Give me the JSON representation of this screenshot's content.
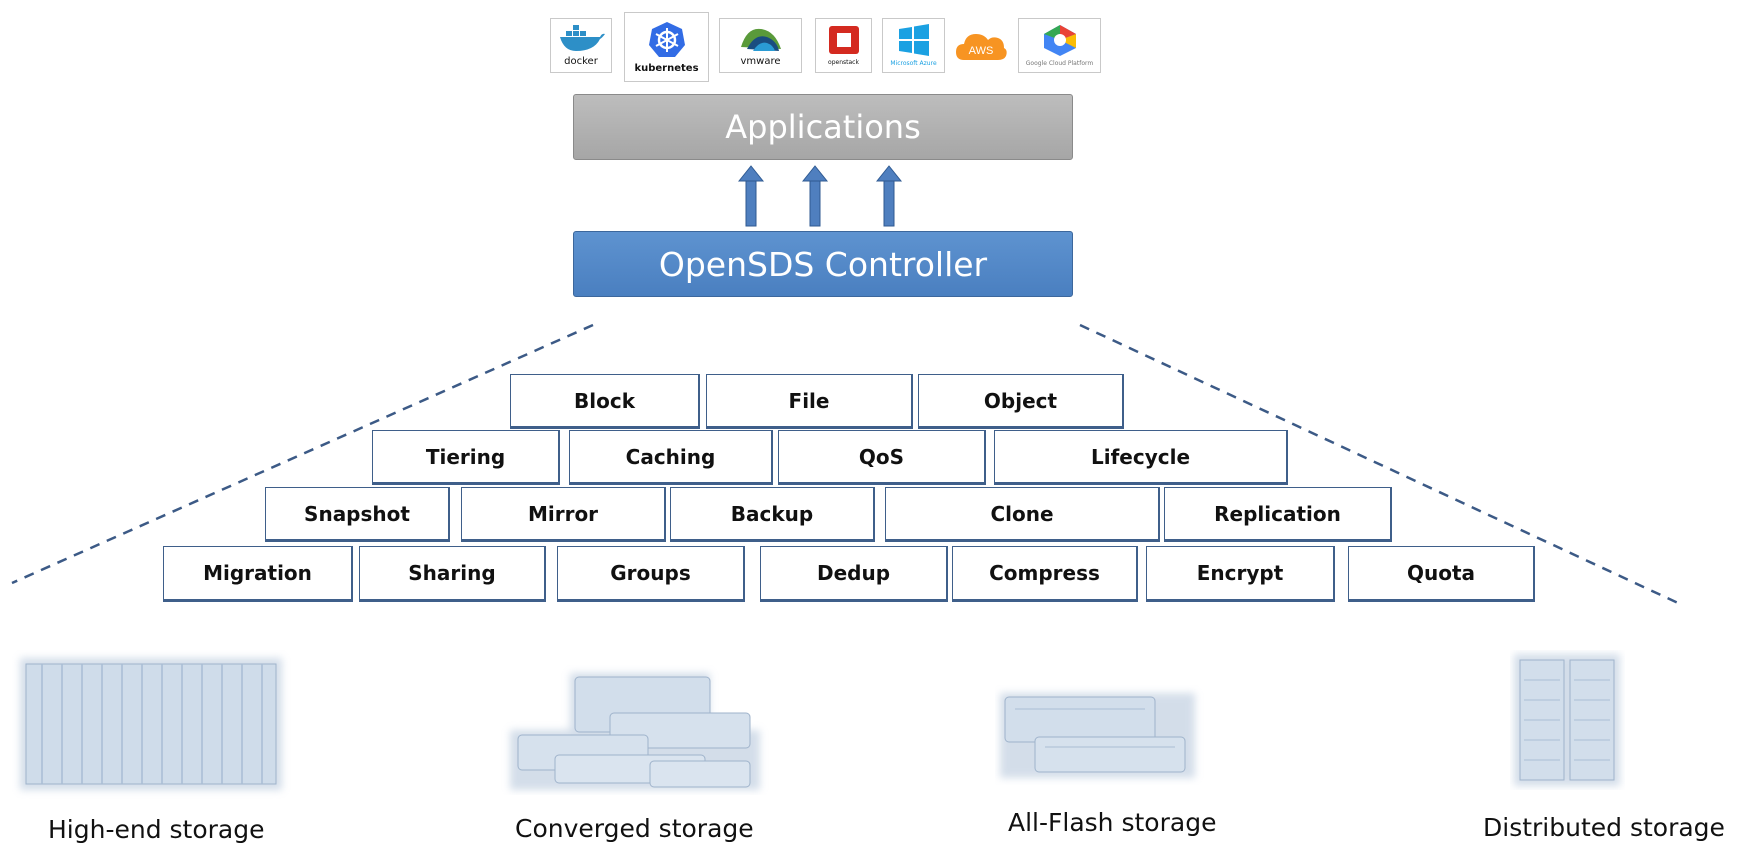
{
  "logos": [
    {
      "name": "docker",
      "caption": "docker",
      "icon": "docker-whale-icon"
    },
    {
      "name": "kubernetes",
      "caption": "kubernetes",
      "icon": "kubernetes-helm-icon"
    },
    {
      "name": "vmware",
      "caption": "vmware",
      "icon": "vmware-icon"
    },
    {
      "name": "openstack",
      "caption": "openstack",
      "icon": "openstack-icon"
    },
    {
      "name": "azure",
      "caption": "Microsoft Azure",
      "icon": "windows-icon"
    },
    {
      "name": "aws",
      "caption": "AWS",
      "icon": "aws-icon"
    },
    {
      "name": "gcp",
      "caption": "Google Cloud Platform",
      "icon": "gcp-icon"
    }
  ],
  "applications_label": "Applications",
  "controller_label": "OpenSDS Controller",
  "features": {
    "row1": [
      "Block",
      "File",
      "Object"
    ],
    "row2": [
      "Tiering",
      "Caching",
      "QoS",
      "Lifecycle"
    ],
    "row3": [
      "Snapshot",
      "Mirror",
      "Backup",
      "Clone",
      "Replication"
    ],
    "row4": [
      "Migration",
      "Sharing",
      "Groups",
      "Dedup",
      "Compress",
      "Encrypt",
      "Quota"
    ]
  },
  "storage": [
    {
      "label": "High-end storage",
      "icon": "storage-rack-icon"
    },
    {
      "label": "Converged storage",
      "icon": "converged-storage-icon"
    },
    {
      "label": "All-Flash storage",
      "icon": "flash-storage-icon"
    },
    {
      "label": "Distributed storage",
      "icon": "server-tower-icon"
    }
  ],
  "colors": {
    "controller": "#4f86c6",
    "applications": "#b0b0b0",
    "arrow": "#4f7fbf",
    "box_border": "#3f5f8a",
    "storage_fill": "#c9d6e6"
  }
}
